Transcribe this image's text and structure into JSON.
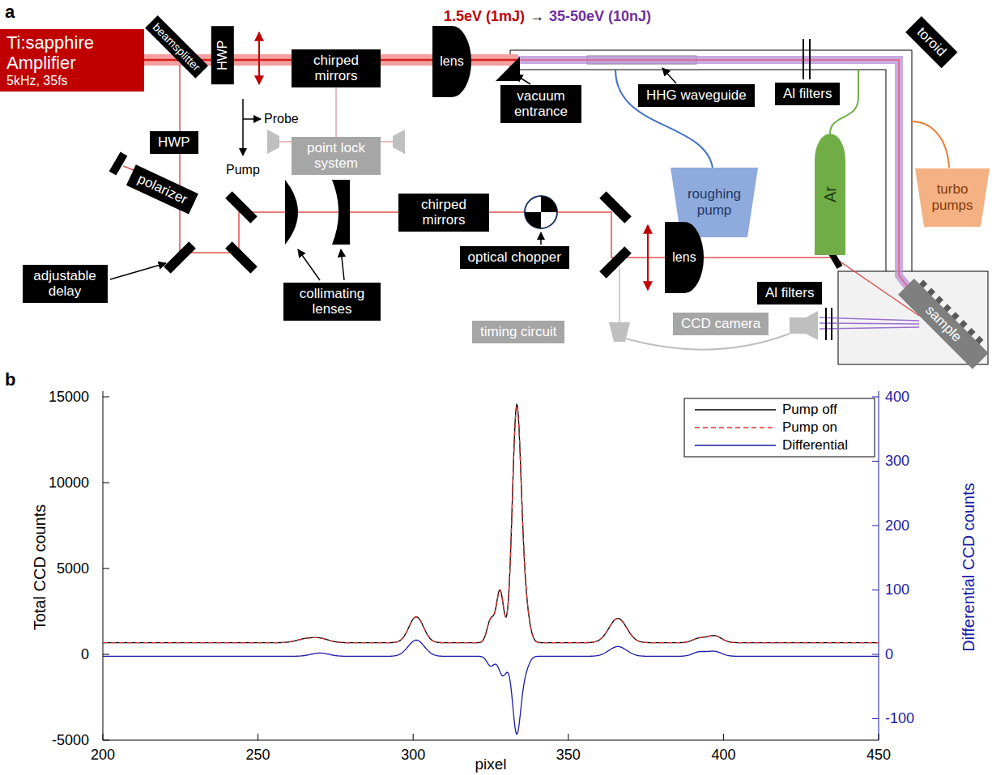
{
  "diagram": {
    "nodes": [
      {
        "text": [
          "Ti:sapphire Amplifier",
          "5kHz, 35fs"
        ]
      },
      {
        "text": [
          "beamsplitter"
        ]
      },
      {
        "text": [
          "HWP"
        ]
      },
      {
        "text": [
          "chirped mirrors"
        ]
      },
      {
        "text": [
          "point lock system"
        ]
      },
      {
        "text": [
          "lens"
        ]
      },
      {
        "text": [
          "vacuum entrance"
        ]
      },
      {
        "text": [
          "HHG waveguide"
        ]
      },
      {
        "text": [
          "Al filters"
        ]
      },
      {
        "text": [
          "toroid"
        ]
      },
      {
        "text": [
          "HWP"
        ]
      },
      {
        "text": [
          "polarizer"
        ]
      },
      {
        "text": [
          "roughing pump"
        ]
      },
      {
        "text": [
          "Ar"
        ]
      },
      {
        "text": [
          "turbo pumps"
        ]
      },
      {
        "text": [
          "adjustable delay"
        ]
      },
      {
        "text": [
          "collimating lenses"
        ]
      },
      {
        "text": [
          "chirped mirrors"
        ]
      },
      {
        "text": [
          "optical chopper"
        ]
      },
      {
        "text": [
          "lens"
        ]
      },
      {
        "text": [
          "Al filters"
        ]
      },
      {
        "text": [
          "timing circuit"
        ]
      },
      {
        "text": [
          "CCD camera"
        ]
      },
      {
        "text": [
          "sample"
        ]
      }
    ],
    "labels": [
      "a",
      "1.5eV (1mJ)",
      "→",
      "35-50eV (10nJ)",
      "Probe",
      "Pump",
      "b",
      "15000",
      "10000",
      "5000",
      "0",
      "-5000",
      "400",
      "300",
      "200",
      "100",
      "0",
      "-100",
      "200",
      "250",
      "300",
      "350",
      "400",
      "450",
      "Total CCD counts",
      "Differential CCD counts",
      "pixel"
    ],
    "legend": [
      {
        "text": "Pump off"
      },
      {
        "text": "Pump on"
      },
      {
        "text": "Differential"
      }
    ]
  }
}
